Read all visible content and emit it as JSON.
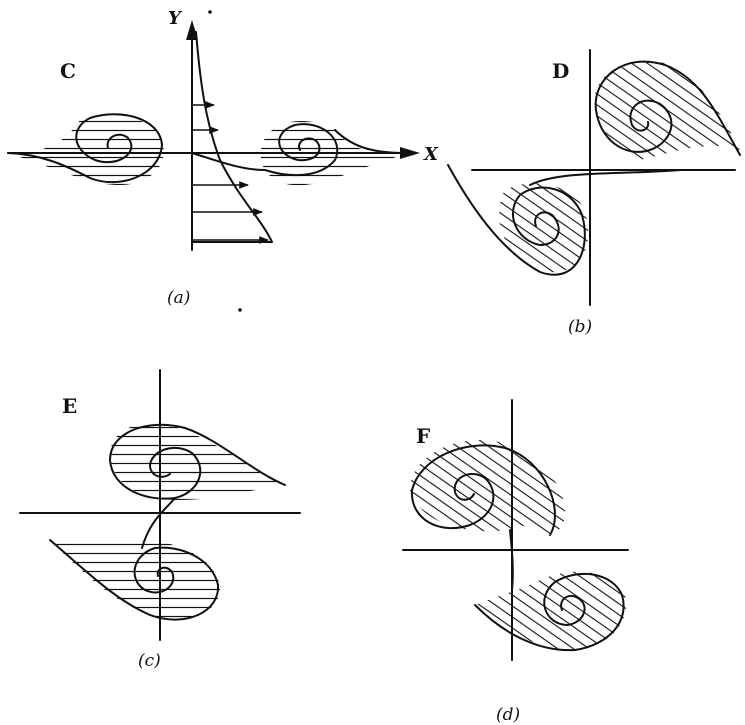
{
  "figure": {
    "axes": {
      "y_label": "Y",
      "x_label": "X"
    },
    "panels": [
      {
        "id": "a",
        "letter": "C",
        "caption": "(a)"
      },
      {
        "id": "b",
        "letter": "D",
        "caption": "(b)"
      },
      {
        "id": "c",
        "letter": "E",
        "caption": "(c)"
      },
      {
        "id": "d",
        "letter": "F",
        "caption": "(d)"
      }
    ],
    "colors": {
      "ink": "#111111",
      "paper": "#ffffff"
    }
  }
}
